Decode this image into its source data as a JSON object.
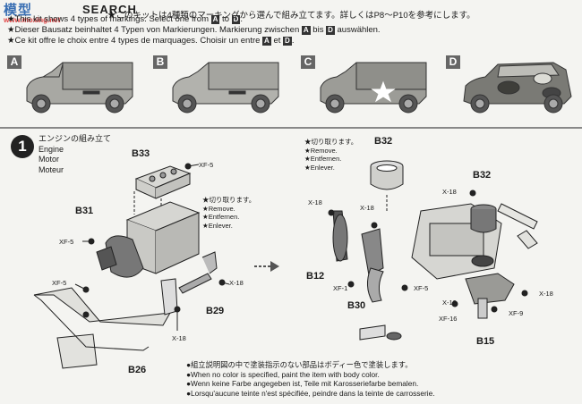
{
  "watermark": {
    "logo": "模型",
    "site": "www.moxing.net"
  },
  "header": {
    "search_word": "SEARCH",
    "lines": [
      "★このキットは4種類のマーキングから選んで組み立てます。詳しくはP8〜P10を参考にします。",
      "★This kit shows 4 types of markings. Select one from A to D.",
      "★Dieser Bausatz beinhaltet 4 Typen von Markierungen. Markierung zwischen A bis D auswählen.",
      "★Ce kit offre le choix entre 4 types de marquages. Choisir un entre A et D."
    ],
    "line_parts": {
      "l1": "★このキットは4種類のマーキングから選んで組み立てます。詳しくはP8〜P10を参考にします。",
      "l2_pre": "★This kit shows 4 types of markings. Select one from ",
      "l2_mid": " to ",
      "l2_post": ".",
      "l3_pre": "★Dieser Bausatz beinhaltet 4 Typen von Markierungen. Markierung zwischen ",
      "l3_mid": " bis ",
      "l3_post": " auswählen.",
      "l4_pre": "★Ce kit offre le choix entre 4 types de marquages. Choisir un entre ",
      "l4_mid": " et ",
      "l4_post": "."
    },
    "box_a": "A",
    "box_d": "D"
  },
  "variants": [
    {
      "label": "A"
    },
    {
      "label": "B"
    },
    {
      "label": "C"
    },
    {
      "label": "D"
    }
  ],
  "step": {
    "number": "1",
    "title_jp": "エンジンの組み立て",
    "title_en": "Engine",
    "title_de": "Motor",
    "title_fr": "Moteur"
  },
  "remove_note": {
    "jp": "★切り取ります。",
    "en": "★Remove.",
    "de": "★Entfernen.",
    "fr": "★Enlever."
  },
  "parts": {
    "b33": "B33",
    "b31": "B31",
    "b29": "B29",
    "b26": "B26",
    "b32a": "B32",
    "b32b": "B32",
    "b12": "B12",
    "b30": "B30",
    "b15": "B15"
  },
  "paints": {
    "xf5": "XF-5",
    "xf18": "X-18",
    "xf1": "XF-1",
    "xf16": "XF-16",
    "xf9": "XF-9"
  },
  "bottom_notes": [
    "●組立説明図の中で塗装指示のない部品はボディー色で塗装します。",
    "●When no color is specified, paint the item with body color.",
    "●Wenn keine Farbe angegeben ist, Teile mit Karosseriefarbe bemalen.",
    "●Lorsqu'aucune teinte n'est spécifiée, peindre dans la teinte de carrosserie."
  ]
}
